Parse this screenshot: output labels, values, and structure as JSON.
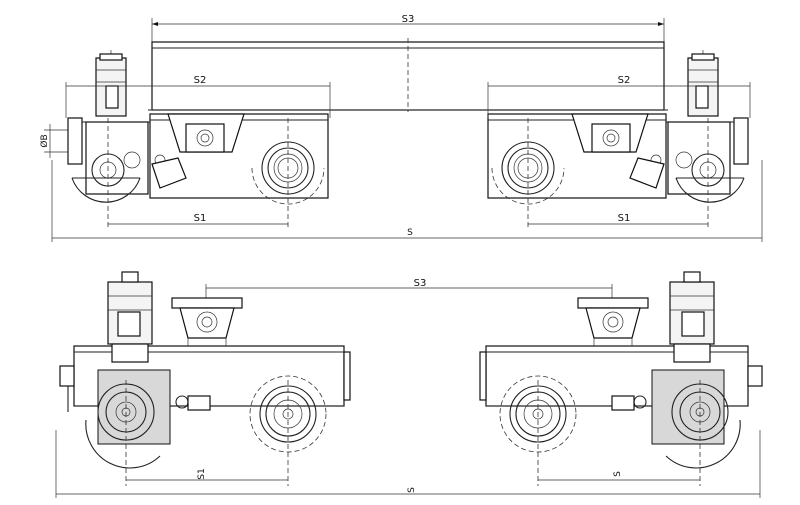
{
  "labels": {
    "top_s3": "S3",
    "top_s2_left": "S2",
    "top_s2_right": "S2",
    "top_s1_left": "S1",
    "top_s1_right": "S1",
    "top_s": "S",
    "top_d": "ØB",
    "bottom_s3": "S3",
    "bottom_s1": "S1",
    "bottom_s": "S",
    "bottom_s_small": "S"
  }
}
